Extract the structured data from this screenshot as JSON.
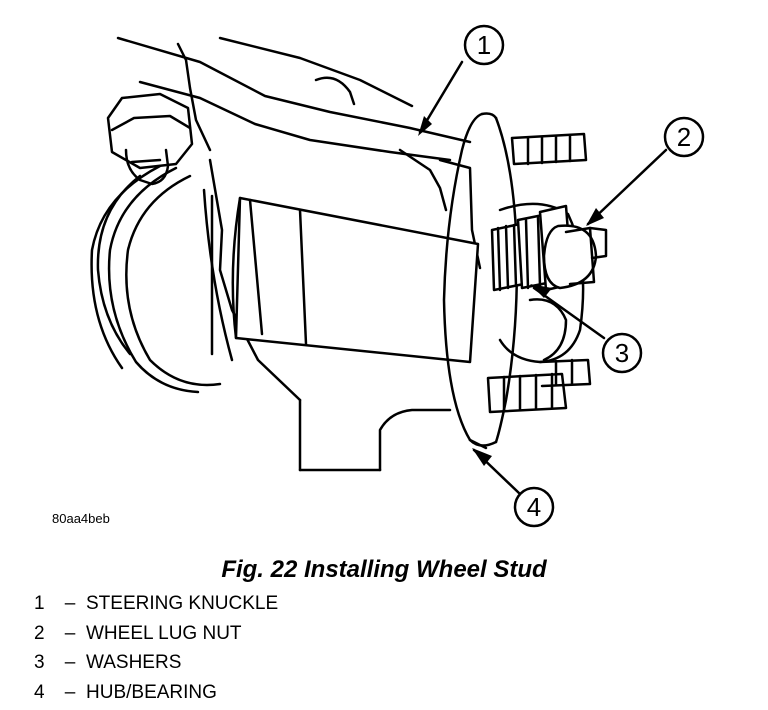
{
  "figure": {
    "code": "80aa4beb",
    "caption": "Fig. 22 Installing Wheel Stud",
    "callouts": [
      {
        "num": "1",
        "label": "STEERING KNUCKLE"
      },
      {
        "num": "2",
        "label": "WHEEL LUG NUT"
      },
      {
        "num": "3",
        "label": "WASHERS"
      },
      {
        "num": "4",
        "label": "HUB/BEARING"
      }
    ]
  }
}
